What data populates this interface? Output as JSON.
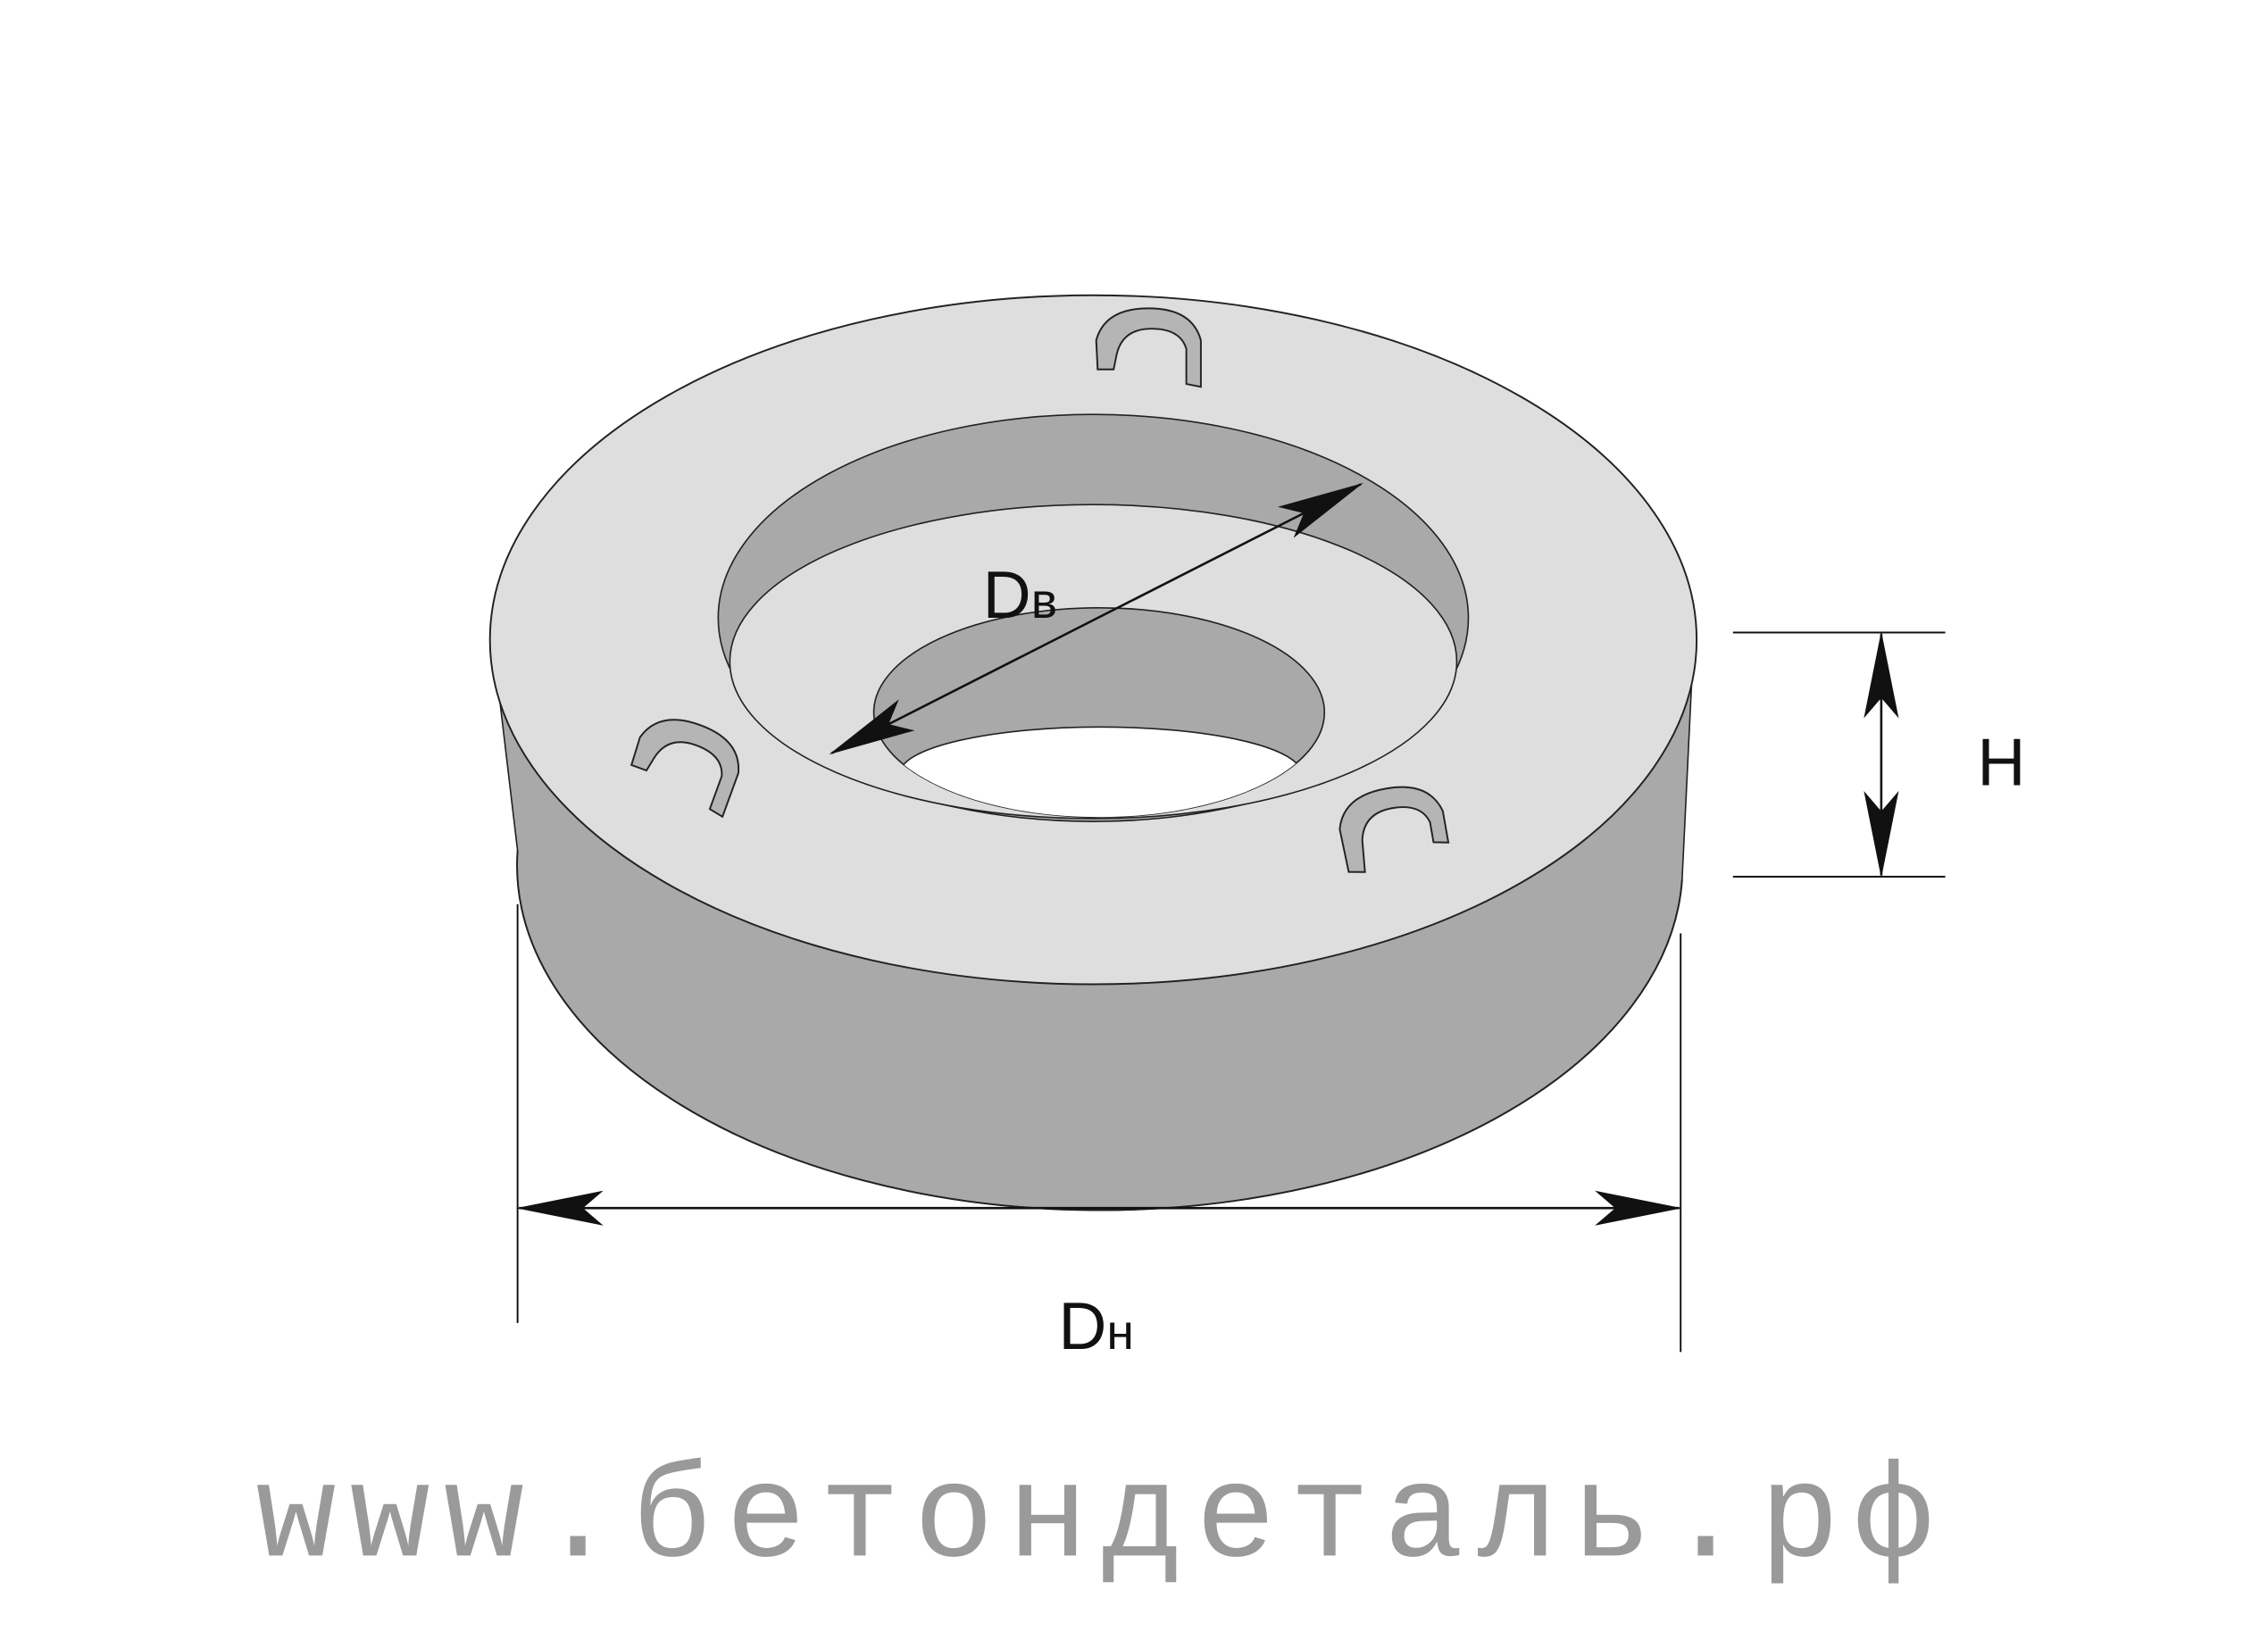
{
  "labels": {
    "inner_diameter": {
      "main": "D",
      "sub": "в"
    },
    "outer_diameter": {
      "main": "D",
      "sub": "н"
    },
    "height": "H"
  },
  "watermark": "www.бетондеталь.рф",
  "colors": {
    "top": "#dedede",
    "side": "#a9a9a9",
    "stroke": "#222222"
  }
}
